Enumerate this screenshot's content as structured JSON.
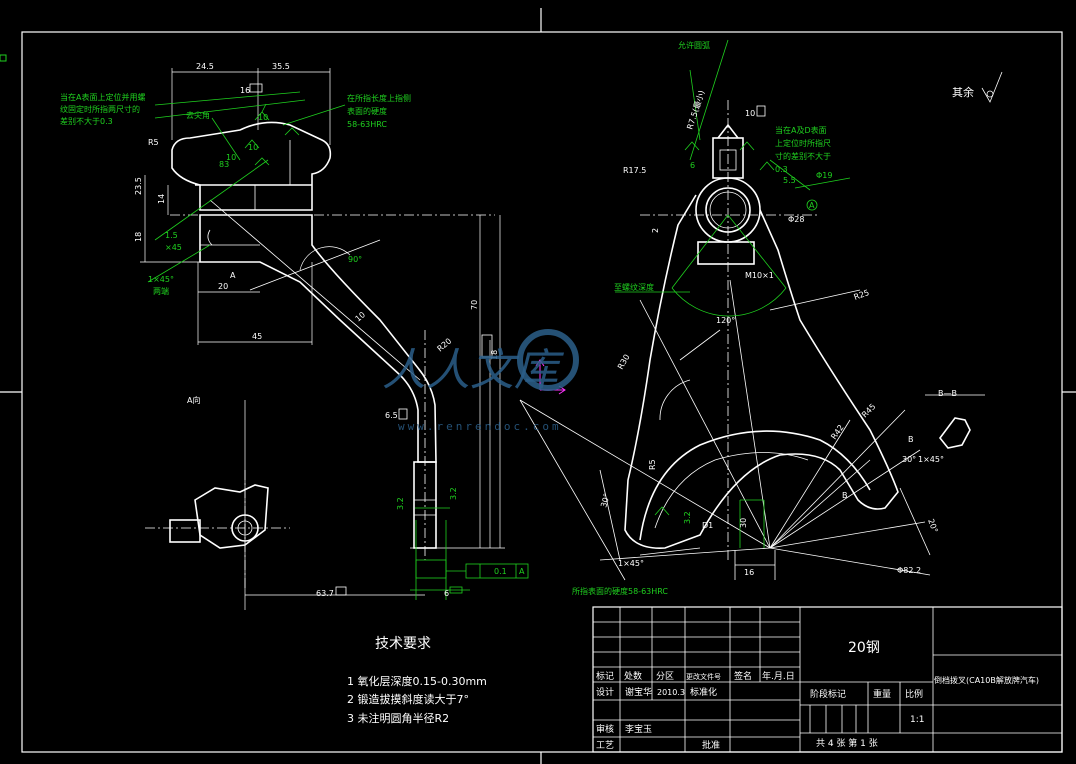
{
  "left_view": {
    "dims": {
      "d_24_5": "24.5",
      "d_35_5": "35.5",
      "d_16": "16",
      "d_10a": "10",
      "d_r5": "R5",
      "d_23_5": "23.5",
      "d_14": "14",
      "d_18": "18",
      "d_20": "20",
      "d_45": "45",
      "d_90deg": "90°",
      "d_10b": "10",
      "d_r20": "R20",
      "d_70": "70",
      "d_18b": "18",
      "d_6_5": "6.5",
      "d_3_2a": "3.2",
      "d_3_2b": "3.2",
      "d_63_7": "63.7",
      "d_10c": "10",
      "d_10d": "10",
      "d_83": "83"
    },
    "notes": {
      "n1_l1": "当在A表面上定位并用螺",
      "n1_l2": "纹固定时所指两尺寸的",
      "n1_l3": "差别不大于0.3",
      "n2_l1": "在所指长度上指侧",
      "n2_l2": "表面的硬度",
      "n2_l3": "58-63HRC",
      "n3": "去尖角",
      "n4_l1": "1.5",
      "n4_l2": "×45",
      "n5_l1": "1×45°",
      "n5_l2": "两端",
      "label_a": "A",
      "label_a_view": "A向",
      "tol_val": "0.1",
      "tol_ref": "A",
      "d_6": "6"
    }
  },
  "right_view": {
    "notes": {
      "n_allow": "允许圆弧",
      "n_r7_5": "R7.5(最小)",
      "n_10": "10",
      "n_a_l1": "当在A及D表面",
      "n_a_l2": "上定位时所指尺",
      "n_a_l3": "寸的差别不大于",
      "n_a_l4": "0.3",
      "n_surface": "至螺纹深度",
      "n_hard": "所指表面的硬度58-63HRC",
      "n_section": "B—B",
      "label_b1": "B",
      "label_b2": "B",
      "label_d1": "D1",
      "label_a": "A"
    },
    "dims": {
      "r17_5": "R17.5",
      "d2": "2",
      "phi28": "Φ28",
      "m10": "M10×1",
      "deg120": "120°",
      "r30": "R30",
      "r42": "R42",
      "r45": "R45",
      "r5": "R5",
      "d16": "16",
      "d30": "30",
      "deg30a": "30°",
      "deg30b": "30°",
      "deg20": "20°",
      "phi82_2": "Φ82.2",
      "ang_1x45a": "1×45°",
      "ang_1x45b": "1×45°",
      "d5_5": "5.5",
      "phi19": "Φ19",
      "d3_2": "3.2",
      "d6": "6",
      "r25": "R25"
    }
  },
  "rest": {
    "label": "其余"
  },
  "watermark": {
    "text": "人人文库",
    "url": "www.renrendoc.com"
  },
  "tech_req": {
    "title": "技术要求",
    "items": [
      "1 氧化层深度0.15-0.30mm",
      "2 锻造拔摸斜度读大于7°",
      "3 未注明圆角半径R2"
    ]
  },
  "title_block": {
    "material": "20钢",
    "part_name": "倒档拨叉(CA10B解放牌汽车)",
    "h_biaoji": "标记",
    "h_chushu": "处数",
    "h_fenqu": "分区",
    "h_gengwen": "更改文件号",
    "h_qianming": "签名",
    "h_date": "年.月.日",
    "r_sheji": "设计",
    "r_sheji_name": "谢宝华",
    "r_sheji_date": "2010.3",
    "r_biaozhun": "标准化",
    "h_jieduan": "阶段标记",
    "h_zhong": "重量",
    "h_bili": "比例",
    "scale": "1:1",
    "r_shenhe": "审核",
    "r_shenhe_name": "李宝玉",
    "r_gongyi": "工艺",
    "r_pizhun": "批准",
    "sheets": "共 4 张  第 1 张"
  }
}
